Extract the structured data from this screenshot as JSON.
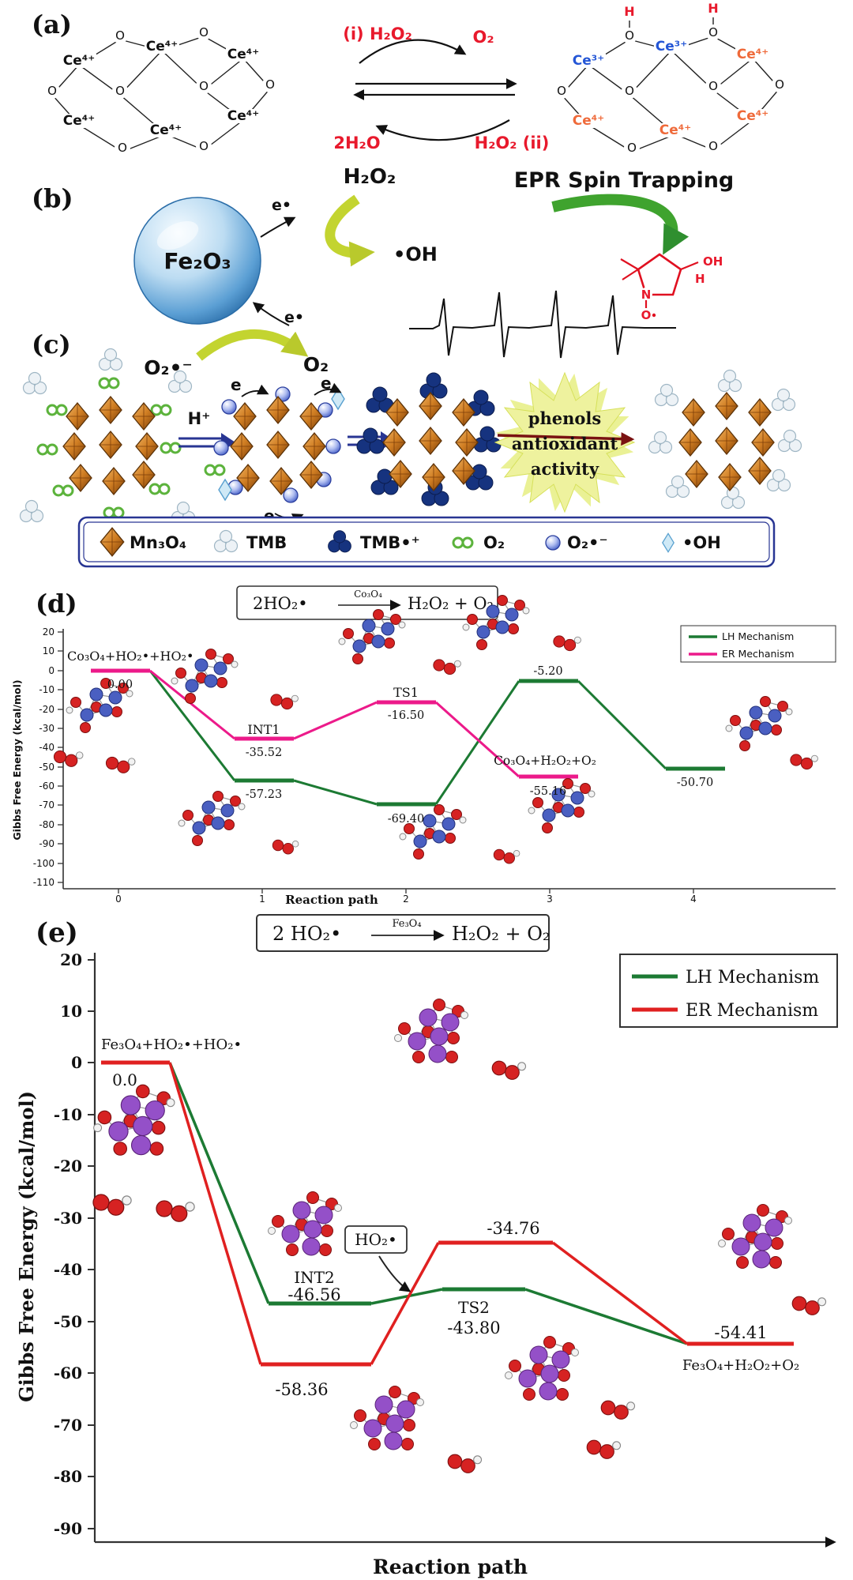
{
  "figure": {
    "panel_a": {
      "label": "(a)",
      "ce4": "Ce⁴⁺",
      "ce3": "Ce³⁺",
      "o": "O",
      "h": "H",
      "reaction_top_left": "(i) H₂O₂",
      "reaction_top_right": "O₂",
      "reaction_bottom_left": "2H₂O",
      "reaction_bottom_right": "H₂O₂ (ii)"
    },
    "panel_b": {
      "label": "(b)",
      "nanoparticle": "Fe₂O₃",
      "electron": "e•",
      "h2o2": "H₂O₂",
      "hydroxyl_radical": "•OH",
      "epr_title": "EPR Spin Trapping",
      "adduct_n": "N",
      "adduct_o": "O",
      "adduct_oh": "OH",
      "adduct_h": "H"
    },
    "panel_c": {
      "label": "(c)",
      "superoxide": "O₂•⁻",
      "o2": "O₂",
      "h_plus": "H⁺",
      "e": "e",
      "star_lines": [
        "phenols",
        "antioxidant",
        "activity"
      ],
      "legend": {
        "mn3o4": "Mn₃O₄",
        "tmb": "TMB",
        "tmb_plus": "TMB•⁺",
        "o2": "O₂",
        "superoxide": "O₂•⁻",
        "oh": "•OH"
      }
    },
    "panel_d": {
      "label": "(d)",
      "reaction_left": "2HO₂•",
      "reaction_catalyst": "Co₃O₄",
      "reaction_right": "H₂O₂ + O₂",
      "legend_lh": "LH Mechanism",
      "legend_er": "ER Mechanism",
      "ylabel": "Gibbs Free Energy (kcal/mol)",
      "xlabel": "Reaction path",
      "yticks": [
        "20",
        "10",
        "0",
        "-10",
        "-20",
        "-30",
        "-40",
        "-50",
        "-60",
        "-70",
        "-80",
        "-90",
        "-100",
        "-110"
      ],
      "xticks": [
        "0",
        "1",
        "2",
        "3",
        "4"
      ],
      "start_label": "Co₃O₄+HO₂•+HO₂•",
      "start_energy": "0.00",
      "int1": "INT1",
      "int1_energy": "-35.52",
      "ts1": "TS1",
      "ts1_energy": "-16.50",
      "lh_int1_energy": "-57.23",
      "lh_int2_energy": "-69.40",
      "lh_ts_energy": "-5.20",
      "lh_product_energy": "-50.70",
      "product_label": "Co₃O₄+H₂O₂+O₂",
      "er_product_energy": "-55.16"
    },
    "panel_e": {
      "label": "(e)",
      "reaction_left": "2 HO₂•",
      "reaction_catalyst": "Fe₃O₄",
      "reaction_right": "H₂O₂ + O₂",
      "legend_lh": "LH Mechanism",
      "legend_er": "ER Mechanism",
      "ylabel": "Gibbs Free Energy (kcal/mol)",
      "xlabel": "Reaction path",
      "yticks": [
        "20",
        "10",
        "0",
        "-10",
        "-20",
        "-30",
        "-40",
        "-50",
        "-60",
        "-70",
        "-80",
        "-90"
      ],
      "start_label": "Fe₃O₄+HO₂•+HO₂•",
      "start_energy": "0.0",
      "int2": "INT2",
      "int2_energy": "-46.56",
      "er_int_energy": "-58.36",
      "ho2_box": "HO₂•",
      "er_ts_energy": "-34.76",
      "ts2": "TS2",
      "ts2_energy": "-43.80",
      "product_energy": "-54.41",
      "product_label": "Fe₃O₄+H₂O₂+O₂"
    }
  },
  "chart_data": [
    {
      "type": "line",
      "panel": "d",
      "title": "2HO₂• →(Co₃O₄) H₂O₂ + O₂",
      "xlabel": "Reaction path",
      "ylabel": "Gibbs Free Energy (kcal/mol)",
      "ylim": [
        -110,
        20
      ],
      "xticks": [
        0,
        1,
        2,
        3,
        4
      ],
      "grid": false,
      "legend_position": "top-right",
      "series": [
        {
          "name": "LH Mechanism",
          "color": "#1c7a33",
          "x": [
            0,
            1,
            2,
            3,
            4
          ],
          "values": [
            0.0,
            -57.23,
            -69.4,
            -5.2,
            -50.7
          ],
          "point_labels": [
            "0.00",
            "-57.23",
            "-69.40",
            "-5.20",
            "-50.70"
          ]
        },
        {
          "name": "ER Mechanism",
          "color": "#ec1a8a",
          "x": [
            0,
            1,
            2,
            3
          ],
          "values": [
            0.0,
            -35.52,
            -16.5,
            -55.16
          ],
          "point_labels": [
            "0.00",
            "INT1 -35.52",
            "TS1 -16.50",
            "-55.16"
          ]
        }
      ],
      "annotations": [
        "Co₃O₄+HO₂•+HO₂•",
        "Co₃O₄+H₂O₂+O₂",
        "INT1",
        "TS1"
      ]
    },
    {
      "type": "line",
      "panel": "e",
      "title": "2 HO₂• →(Fe₃O₄) H₂O₂ + O₂",
      "xlabel": "Reaction path",
      "ylabel": "Gibbs Free Energy (kcal/mol)",
      "ylim": [
        -90,
        20
      ],
      "grid": false,
      "legend_position": "top-right",
      "series": [
        {
          "name": "LH Mechanism",
          "color": "#1c7a33",
          "values": [
            0.0,
            -46.56,
            -43.8,
            -54.41
          ],
          "point_labels": [
            "0.0",
            "INT2 -46.56",
            "TS2 -43.80",
            "-54.41"
          ]
        },
        {
          "name": "ER Mechanism",
          "color": "#e02020",
          "values": [
            0.0,
            -58.36,
            -34.76,
            -54.41
          ],
          "point_labels": [
            "0.0",
            "-58.36",
            "-34.76",
            "-54.41"
          ]
        }
      ],
      "annotations": [
        "Fe₃O₄+HO₂•+HO₂•",
        "Fe₃O₄+H₂O₂+O₂",
        "HO₂•"
      ]
    }
  ]
}
